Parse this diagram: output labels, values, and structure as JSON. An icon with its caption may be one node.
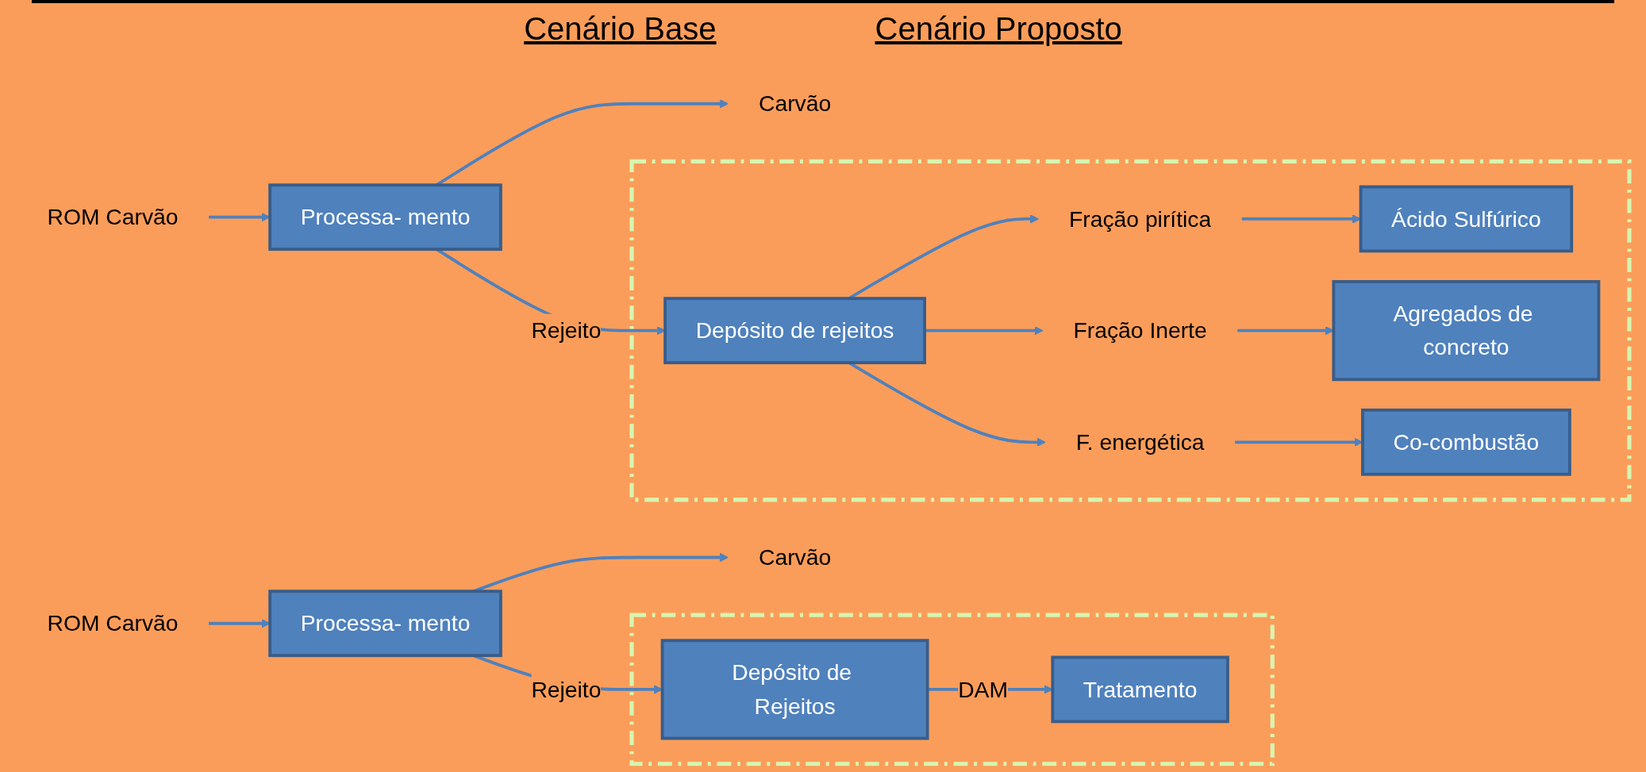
{
  "diagram": {
    "nodes": [
      {
        "text": [
          "ROM Carvão"
        ]
      },
      {
        "text": [
          "Processa- mento"
        ]
      },
      {
        "text": [
          "Carvão"
        ]
      },
      {
        "text": [],
        "shape": "box"
      },
      {
        "text": [
          "Depósito de Rejeitos"
        ],
        "in": 3
      },
      {
        "text": [
          "Tratamento"
        ],
        "in": 3
      },
      {
        "text": [
          "ROM Carvão"
        ]
      },
      {
        "text": [
          "Processa- mento"
        ]
      },
      {
        "text": [
          "Carvão"
        ]
      },
      {
        "text": [],
        "shape": "box"
      },
      {
        "text": [
          "Depósito de rejeitos"
        ],
        "in": 9
      },
      {
        "text": [
          "Fração pirítica"
        ],
        "in": 9
      },
      {
        "text": [
          "Fração Inerte"
        ],
        "in": 9
      },
      {
        "text": [
          "F. energética"
        ],
        "in": 9
      },
      {
        "text": [
          "Ácido Sulfúrico"
        ],
        "in": 9
      },
      {
        "text": [
          "Agregados de concreto"
        ],
        "in": 9
      },
      {
        "text": [
          "Co-combustão"
        ],
        "in": 9
      }
    ],
    "edges": [
      {
        "from": 0,
        "to": 1,
        "arrow": "to"
      },
      {
        "from": 1,
        "to": 2,
        "arrow": "to"
      },
      {
        "from": 1,
        "to": 4,
        "arrow": "to",
        "label": "Rejeito"
      },
      {
        "from": 4,
        "to": 5,
        "arrow": "to",
        "label": "DAM"
      },
      {
        "from": 6,
        "to": 7,
        "arrow": "to"
      },
      {
        "from": 7,
        "to": 8,
        "arrow": "to"
      },
      {
        "from": 7,
        "to": 10,
        "arrow": "to",
        "label": "Rejeito"
      },
      {
        "from": 10,
        "to": 11,
        "arrow": "to"
      },
      {
        "from": 10,
        "to": 12,
        "arrow": "to"
      },
      {
        "from": 10,
        "to": 13,
        "arrow": "to"
      },
      {
        "from": 11,
        "to": 14,
        "arrow": "to"
      },
      {
        "from": 12,
        "to": 15,
        "arrow": "to"
      },
      {
        "from": 13,
        "to": 16,
        "arrow": "to"
      }
    ],
    "labels": [
      "Cenário Base",
      "Cenário Proposto"
    ]
  }
}
